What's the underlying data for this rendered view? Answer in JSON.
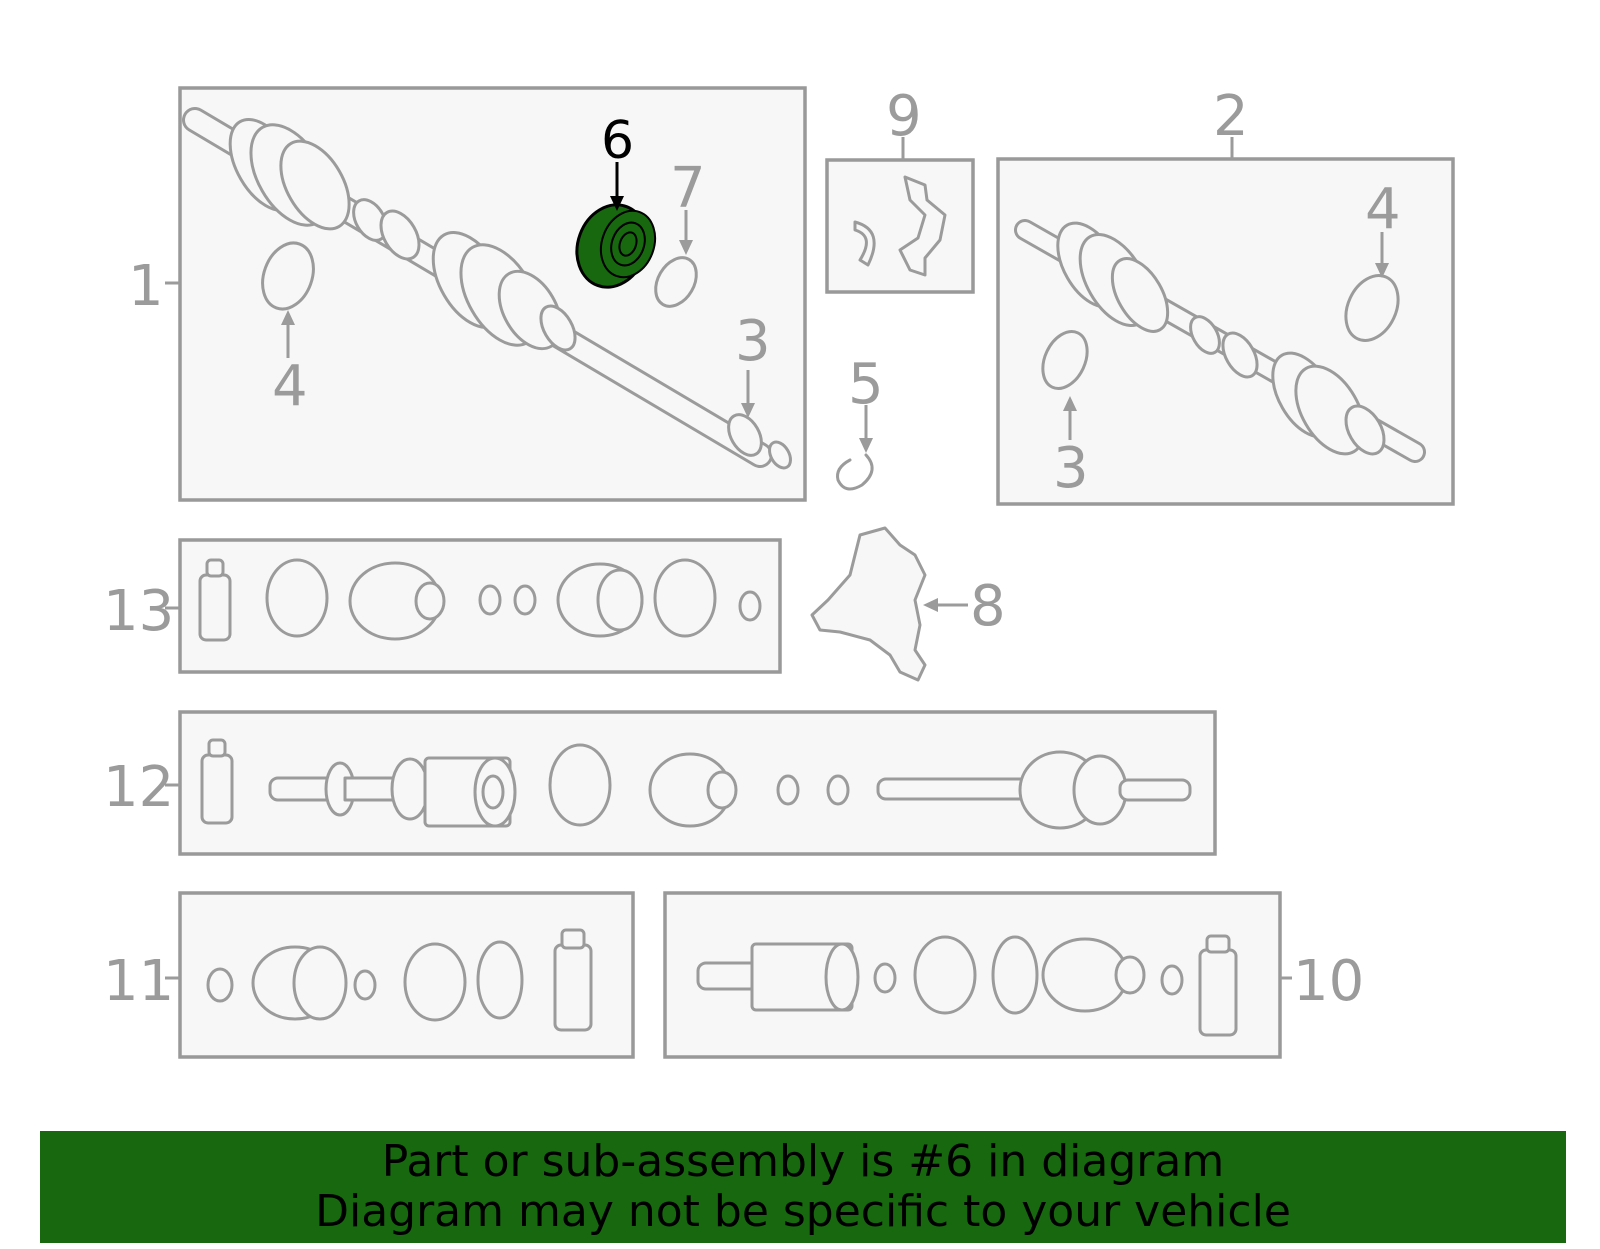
{
  "callouts": {
    "c1": "1",
    "c2": "2",
    "c3a": "3",
    "c3b": "3",
    "c4a": "4",
    "c4b": "4",
    "c5": "5",
    "c6": "6",
    "c7": "7",
    "c8": "8",
    "c9": "9",
    "c10": "10",
    "c11": "11",
    "c12": "12",
    "c13": "13"
  },
  "highlight": {
    "part_number": "6",
    "color": "#17680f"
  },
  "banner": {
    "line1": "Part or sub-assembly is #6 in diagram",
    "line2": "Diagram may not be specific to your vehicle",
    "background": "#17680f"
  }
}
